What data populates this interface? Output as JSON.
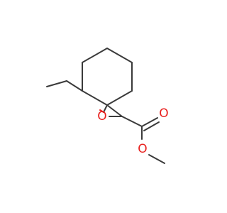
{
  "molecule": {
    "atoms": {
      "epoxide_oxygen": "O",
      "carbonyl_oxygen": "O",
      "ester_oxygen": "O"
    },
    "colors": {
      "bond": "#3a3a3a",
      "oxygen": "#e8201e",
      "background": "#ffffff"
    }
  }
}
